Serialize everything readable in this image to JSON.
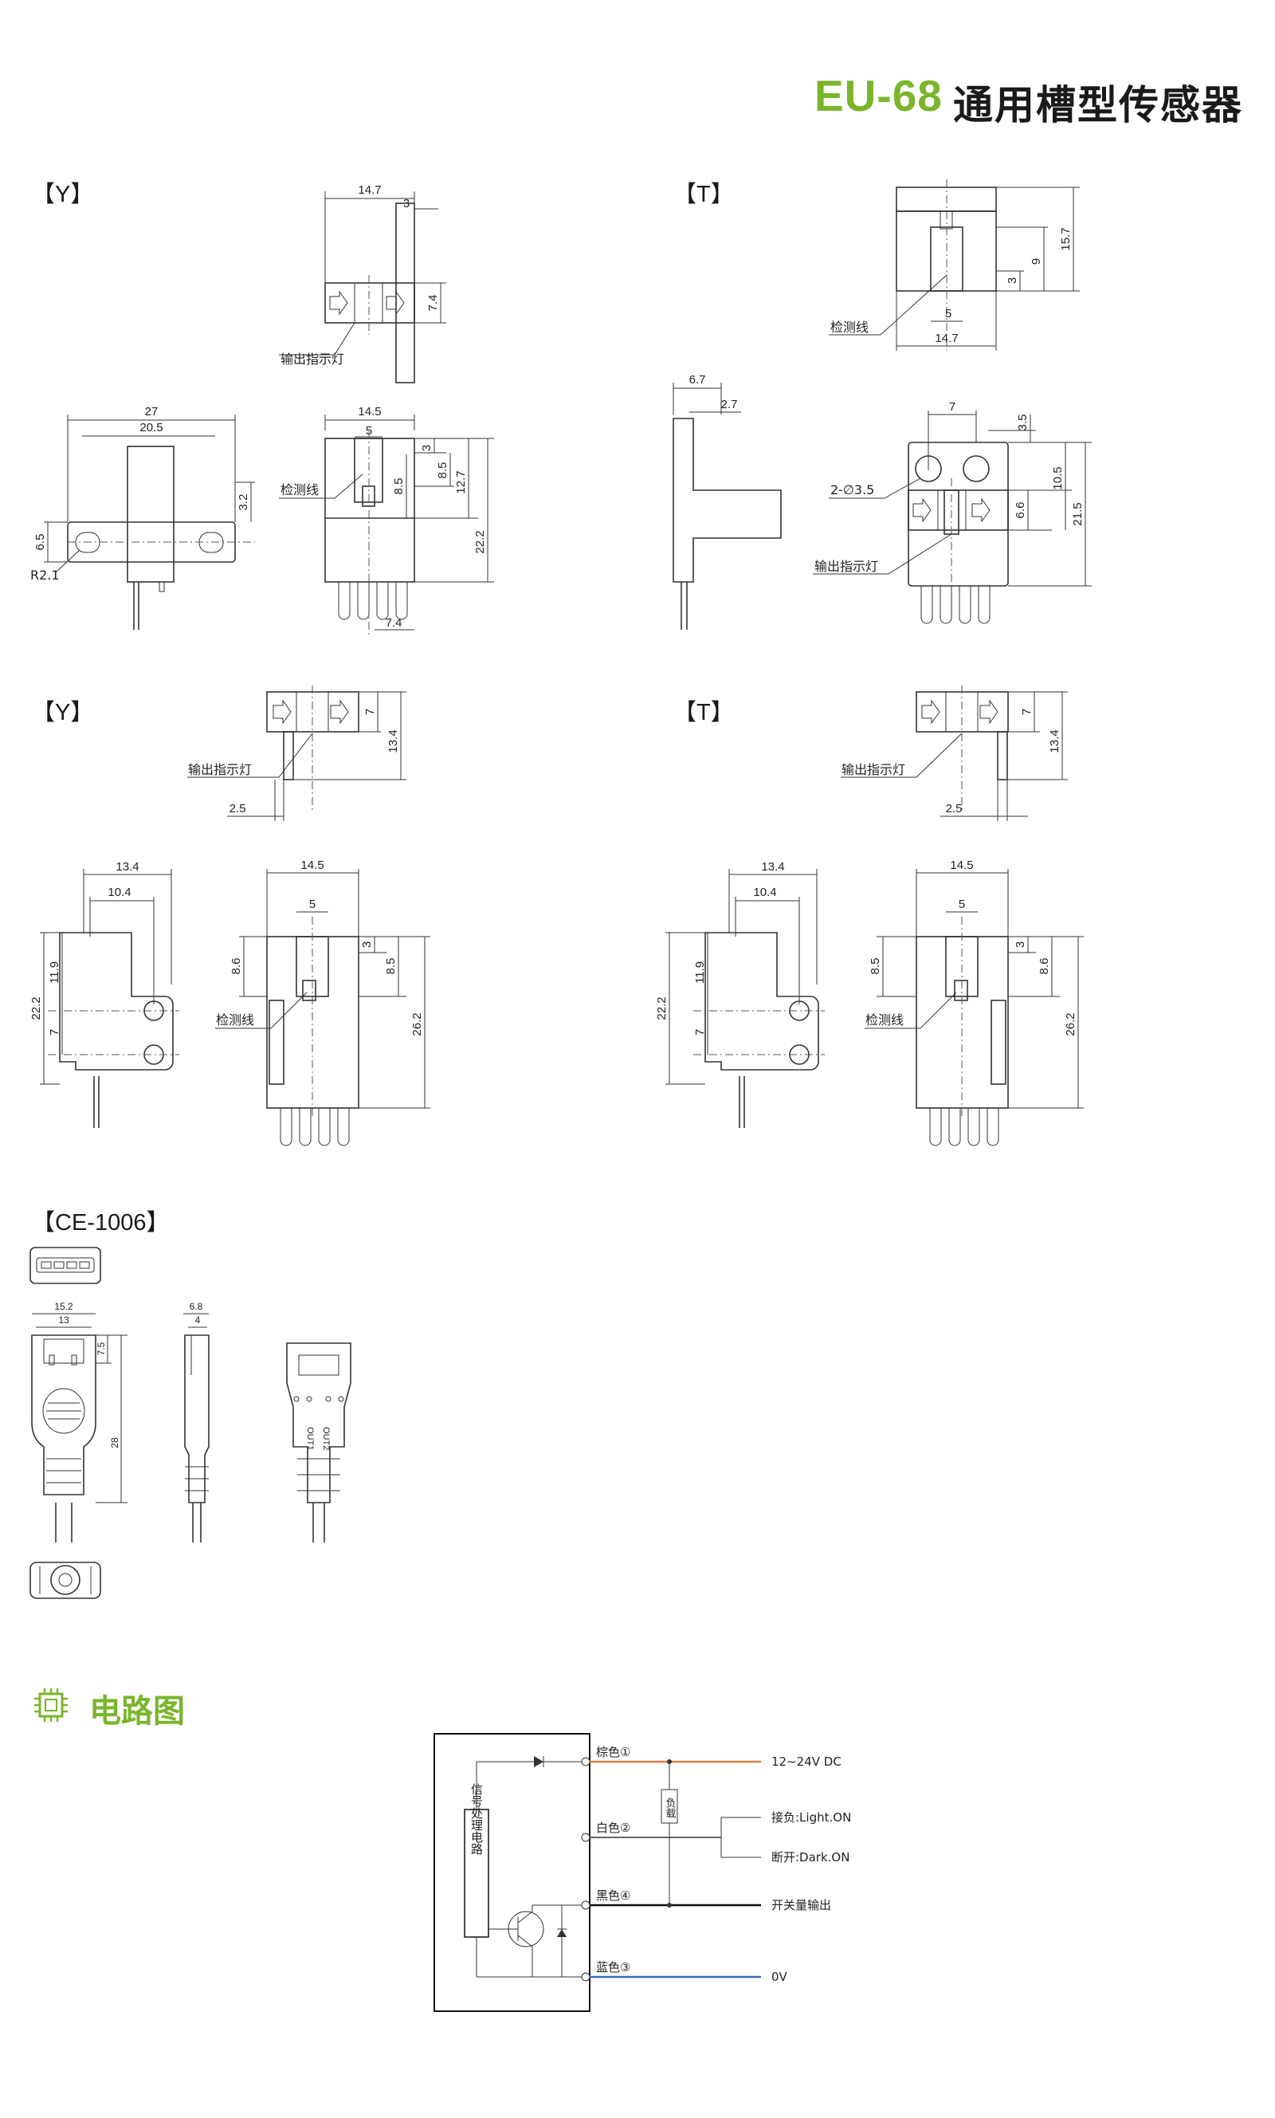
{
  "header": {
    "model": "EU-68",
    "name": "通用槽型传感器"
  },
  "sections": {
    "y1": "【Y】",
    "t1": "【T】",
    "y2": "【Y】",
    "t2": "【T】",
    "ce": "【CE-1006】"
  },
  "labels": {
    "output_indicator": "输出指示灯",
    "detect_line": "检测线",
    "hole": "2-∅3.5",
    "radius": "R2.1",
    "out1": "OUT1",
    "out2": "OUT2"
  },
  "dims": {
    "y1_top": [
      "14.7",
      "3",
      "7.4"
    ],
    "y1_side": [
      "27",
      "20.5",
      "3.2",
      "6.5"
    ],
    "y1_front": [
      "14.5",
      "5",
      "3",
      "8.5",
      "12.7",
      "22.2",
      "8.5",
      "7.4"
    ],
    "t1_top": [
      "14.7",
      "5",
      "15.7",
      "9",
      "3"
    ],
    "t1_side": [
      "6.7",
      "2.7"
    ],
    "t1_front": [
      "7",
      "3.5",
      "10.5",
      "6.6",
      "21.5"
    ],
    "y2_top": [
      "7",
      "13.4",
      "2.5"
    ],
    "y2_side": [
      "13.4",
      "10.4",
      "22.2",
      "11.9",
      "7"
    ],
    "y2_front": [
      "14.5",
      "5",
      "8.6",
      "3",
      "8.5",
      "26.2"
    ],
    "t2_top": [
      "7",
      "13.4",
      "2.5"
    ],
    "t2_side": [
      "13.4",
      "10.4",
      "22.2",
      "11.9",
      "7"
    ],
    "t2_front": [
      "14.5",
      "5",
      "8.5",
      "3",
      "8.6",
      "26.2"
    ],
    "ce": [
      "15.2",
      "13",
      "7.5",
      "28",
      "6.8",
      "4"
    ]
  },
  "circuit": {
    "title": "电路图",
    "processing": "信号处理电路",
    "load": "负载",
    "wires": [
      {
        "name": "棕色①",
        "desc": "12~24V  DC",
        "color": "#e07a3a"
      },
      {
        "name": "白色②",
        "desc": "",
        "color": "#333333"
      },
      {
        "name": "黑色④",
        "desc": "开关量输出",
        "color": "#111111"
      },
      {
        "name": "蓝色③",
        "desc": "0V",
        "color": "#3a6fb5"
      }
    ],
    "light_on": "接负:Light.ON",
    "dark_on": "断开:Dark.ON"
  },
  "colors": {
    "accent": "#7ab52c"
  }
}
